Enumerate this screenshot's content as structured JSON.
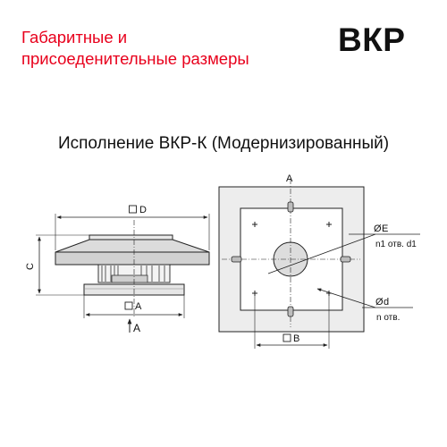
{
  "header": {
    "title_line1": "Габаритные и",
    "title_line2": "присоеденительные размеры",
    "model_code": "ВКР"
  },
  "subtitle": "Исполнение ВКР-К (Модернизированный)",
  "labels": {
    "dim_d": "D",
    "dim_a": "A",
    "dim_c": "C",
    "section_arrow": "A",
    "plan_top_a": "A",
    "dim_b": "B",
    "phi_e": "E",
    "holes_d1": "n1 отв. d1",
    "phi_d": "d",
    "holes_d": "n отв."
  },
  "symbols": {
    "diameter": "Ø"
  },
  "colors": {
    "title": "#e8001c",
    "line": "#222222",
    "fill_light": "#eeeeee",
    "fill_mid": "#d7d7d7"
  }
}
